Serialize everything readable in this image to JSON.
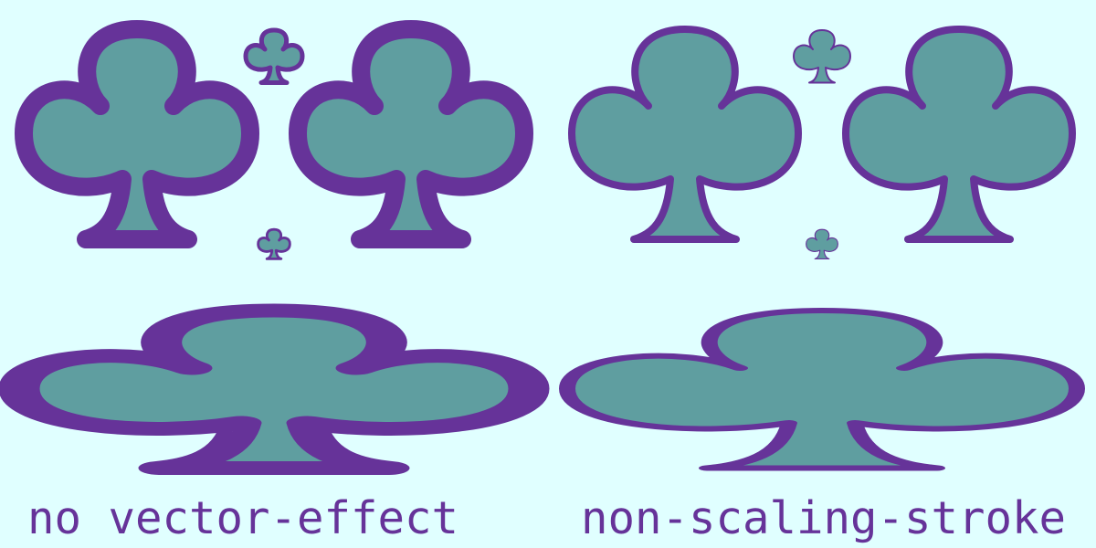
{
  "colors": {
    "background": "#e0ffff",
    "fill": "#5f9ea0",
    "stroke": "#663399"
  },
  "labels": {
    "left": "no vector-effect",
    "right": "non-scaling-stroke"
  },
  "panels": [
    {
      "id": "left",
      "vector_effect": "none"
    },
    {
      "id": "right",
      "vector_effect": "non-scaling-stroke"
    }
  ]
}
